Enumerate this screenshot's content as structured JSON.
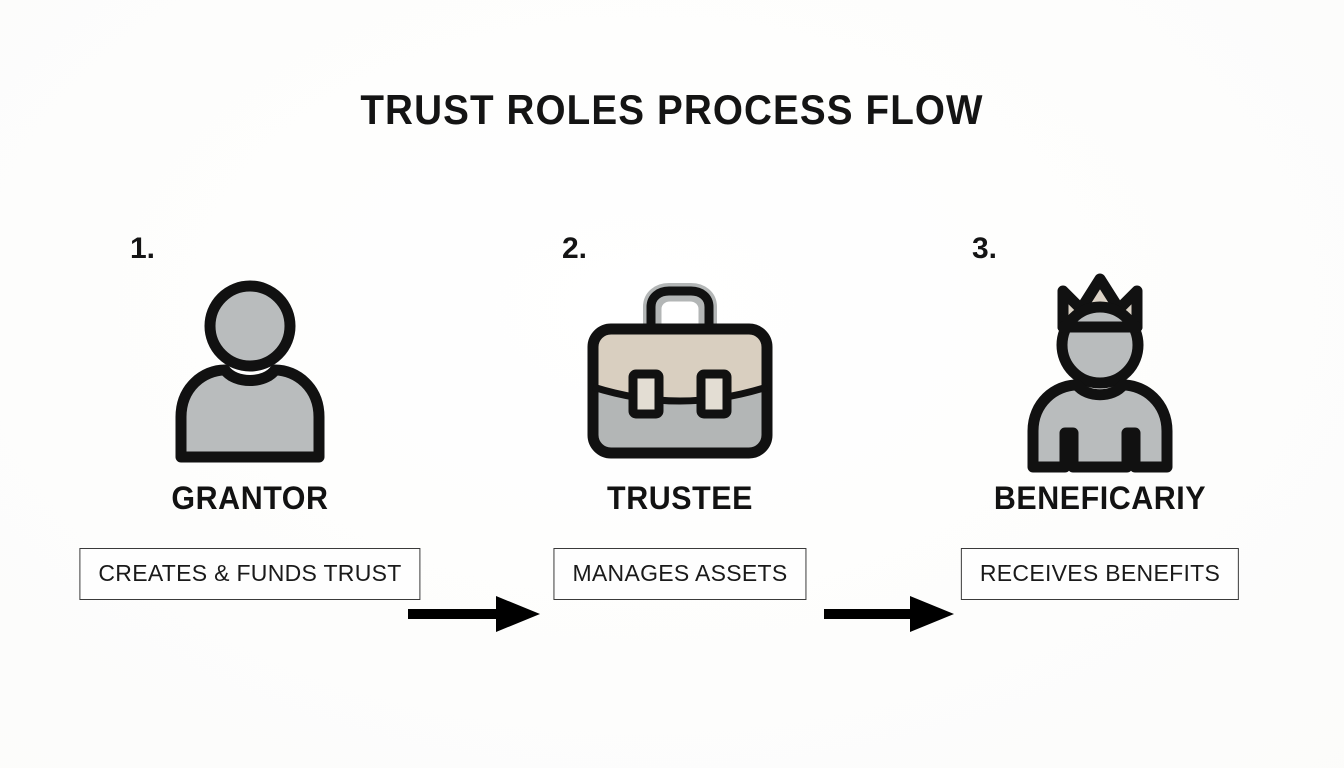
{
  "title": "TRUST ROLES PROCESS FLOW",
  "theme": {
    "background": "#fdfdfc",
    "ink": "#141414",
    "icon_outline": "#111111",
    "icon_gray": "#b9bcbd",
    "icon_gray_dark": "#b3b6b6",
    "icon_beige": "#d9cfc0",
    "crown_beige": "#dcd3c6",
    "box_border": "#3a3a3a",
    "arrow_color": "#000000"
  },
  "steps": [
    {
      "number": "1.",
      "icon": "person-icon",
      "label": "GRANTOR",
      "description": "CREATES & FUNDS TRUST"
    },
    {
      "number": "2.",
      "icon": "briefcase-icon",
      "label": "TRUSTEE",
      "description": "MANAGES ASSETS"
    },
    {
      "number": "3.",
      "icon": "crowned-person-icon",
      "label": "BENEFICARIY",
      "description": "RECEIVES BENEFITS"
    }
  ],
  "connectors": [
    {
      "name": "arrow-right-icon",
      "from": "GRANTOR",
      "to": "TRUSTEE"
    },
    {
      "name": "arrow-right-icon",
      "from": "TRUSTEE",
      "to": "BENEFICARIY"
    }
  ]
}
